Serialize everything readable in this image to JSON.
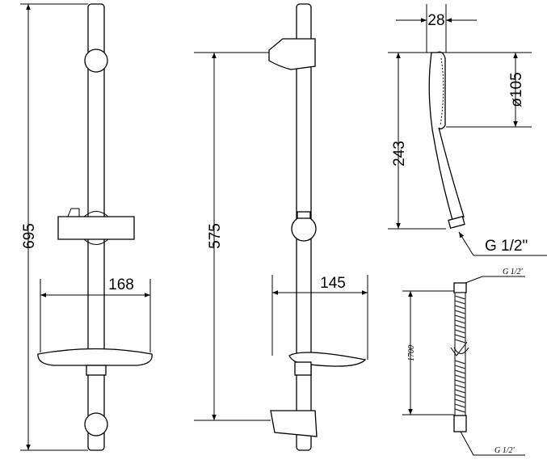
{
  "dimensions": {
    "rail_height": "695",
    "soap_dish_width": "168",
    "bracket_spacing": "575",
    "soap_dish_depth": "145",
    "handshower_thickness": "28",
    "handshower_diameter": "ø105",
    "handshower_length": "243",
    "handshower_thread": "G  1/2\"",
    "hose_length": "1700",
    "hose_thread_top": "G 1/2'",
    "hose_thread_bottom": "G 1/2'"
  }
}
